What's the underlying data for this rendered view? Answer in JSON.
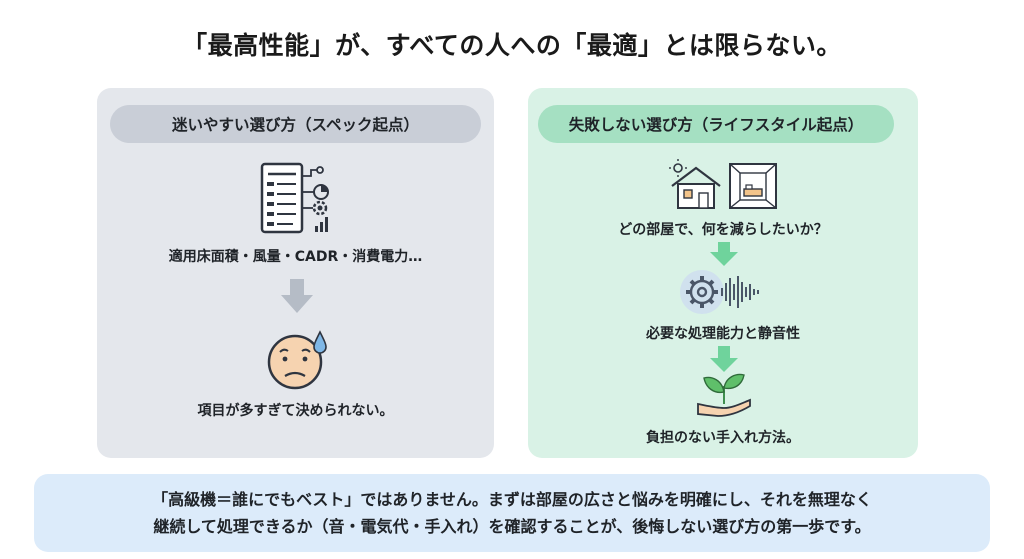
{
  "headline": "「最高性能」が、すべての人への「最適」とは限らない。",
  "left_panel": {
    "title": "迷いやすい選び方（スペック起点）",
    "spec_icon": "spec-sheet-icon",
    "specs": "適用床面積・風量・CADR・消費電力…",
    "arrow_icon": "arrow-down-icon",
    "face_icon": "worried-face-icon",
    "result": "項目が多すぎて決められない。"
  },
  "right_panel": {
    "title": "失敗しない選び方（ライフスタイル起点）",
    "house_icon": "house-room-icon",
    "step1": "どの部屋で、何を減らしたいか？",
    "gear_icon": "gear-soundwave-icon",
    "step2": "必要な処理能力と静音性",
    "plant_icon": "plant-in-hand-icon",
    "step3": "負担のない手入れ方法。"
  },
  "note": {
    "line1": "「高級機＝誰にでもベスト」ではありません。まずは部屋の広さと悩みを明確にし、それを無理なく",
    "line2": "継続して処理できるか（音・電気代・手入れ）を確認することが、後悔しない選び方の第一歩です。"
  },
  "colors": {
    "left_panel_bg": "#e4e7ec",
    "left_pill_bg": "#c9ced7",
    "right_panel_bg": "#d9f2e6",
    "right_pill_bg": "#a5e0c2",
    "note_bg": "#dcebfa",
    "arrow_gray": "#b5bcc6",
    "arrow_green": "#6fd39c"
  }
}
